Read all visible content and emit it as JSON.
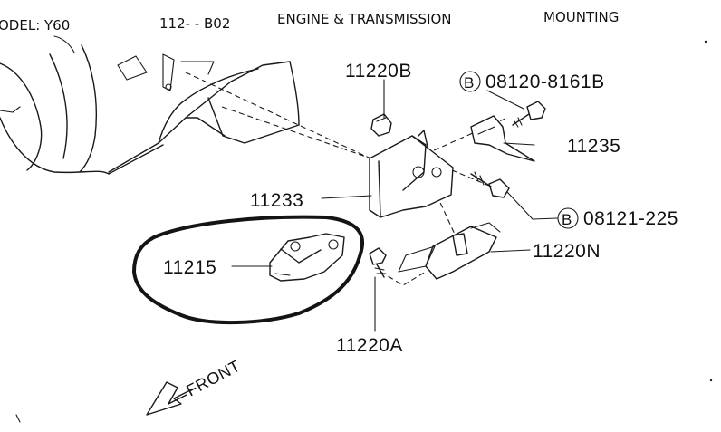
{
  "header": {
    "model": "ODEL: Y60",
    "section": "112-  - B02",
    "title": "ENGINE & TRANSMISSION",
    "subtitle": "MOUNTING"
  },
  "parts": {
    "p11220B": "11220B",
    "bolt1_icon_letter": "B",
    "bolt1": "08120-8161B",
    "p11235": "11235",
    "p11233": "11233",
    "bolt2_icon_letter": "B",
    "bolt2": "08121-225",
    "p11220N": "11220N",
    "p11215": "11215",
    "p11220A": "11220A"
  },
  "direction": {
    "front_label": "FRONT"
  }
}
